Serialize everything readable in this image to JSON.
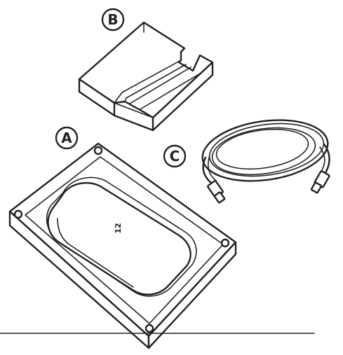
{
  "callouts": {
    "a": "A",
    "b": "B",
    "c": "C"
  },
  "pad_mark": "12",
  "colors": {
    "ink": "#222222",
    "background": "#ffffff"
  }
}
